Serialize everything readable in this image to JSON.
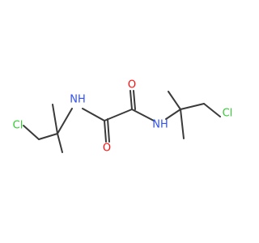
{
  "molecule": {
    "atom_labels": {
      "cl_left": "Cl",
      "nh_left": "NH",
      "o_top": "O",
      "o_bottom": "O",
      "nh_right": "NH",
      "cl_right": "Cl"
    },
    "colors": {
      "bond": "#3a3a3a",
      "chlorine": "#33cc33",
      "nitrogen": "#3050f8",
      "oxygen": "#ff0d0d"
    }
  }
}
